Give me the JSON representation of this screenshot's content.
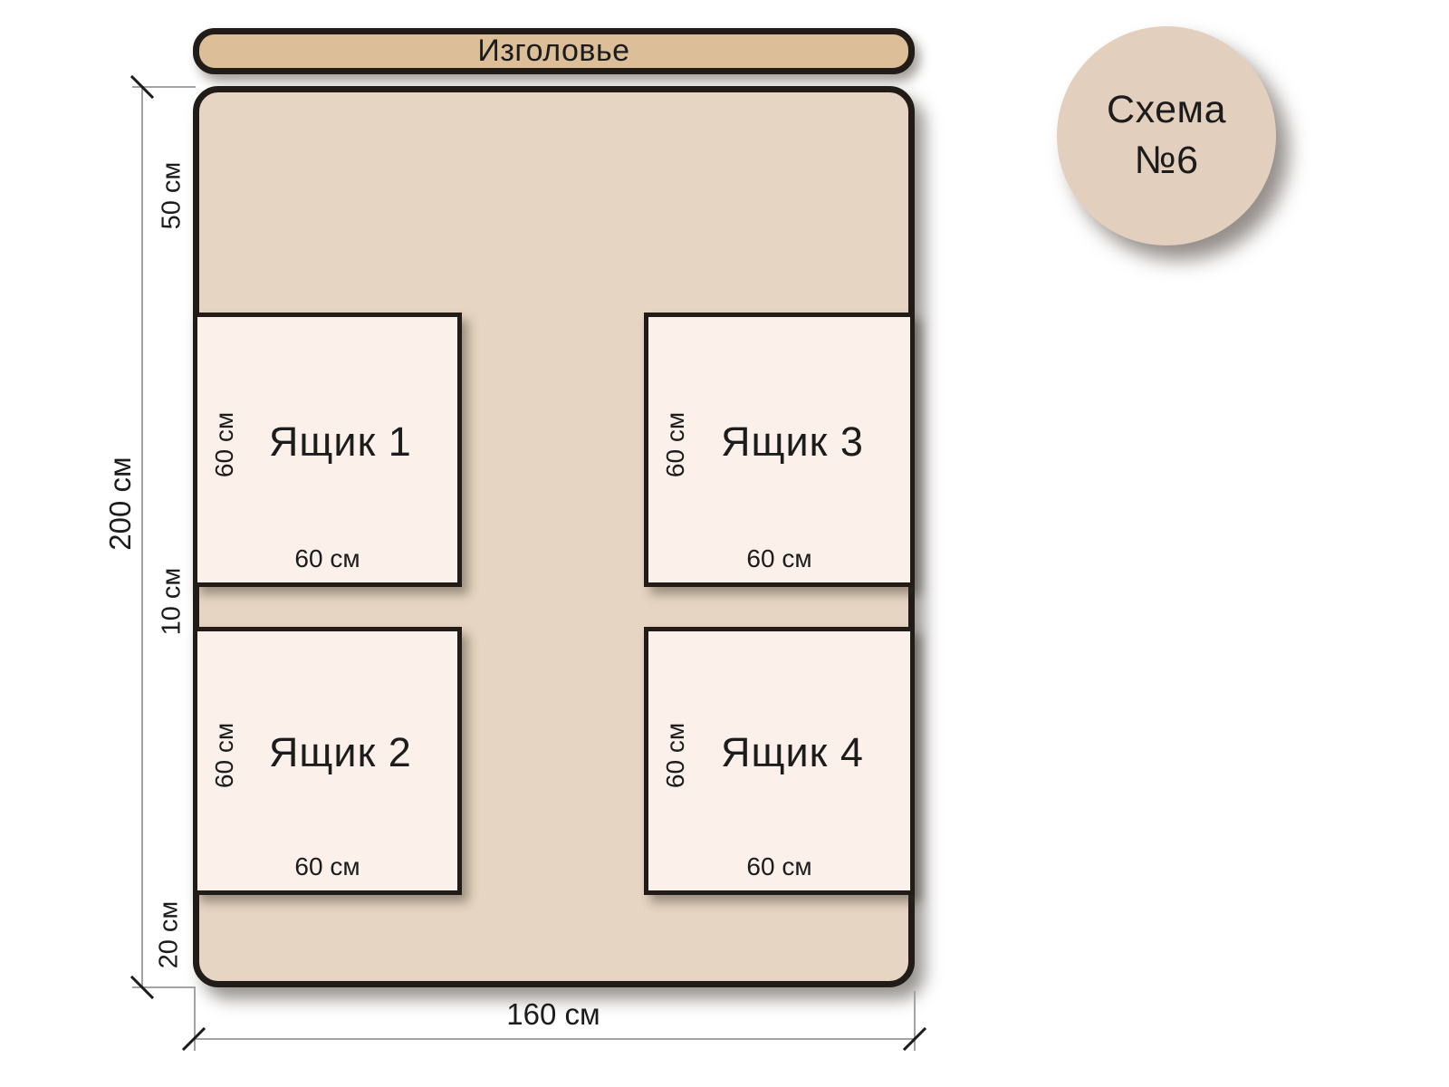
{
  "badge": {
    "line1": "Схема",
    "line2": "№6"
  },
  "headboard_label": "Изголовье",
  "drawers": [
    {
      "name": "Ящик 1",
      "width_label": "60 см",
      "height_label": "60 см"
    },
    {
      "name": "Ящик 2",
      "width_label": "60 см",
      "height_label": "60 см"
    },
    {
      "name": "Ящик 3",
      "width_label": "60 см",
      "height_label": "60 см"
    },
    {
      "name": "Ящик 4",
      "width_label": "60 см",
      "height_label": "60 см"
    }
  ],
  "dimensions": {
    "total_height": "200 см",
    "total_width": "160 см",
    "segment_top": "50 см",
    "segment_middle": "10 см",
    "segment_bottom": "20 см"
  },
  "colors": {
    "headboard_fill": "#dcbe99",
    "bed_fill": "#e6d5c2",
    "drawer_fill": "#fbf1ea",
    "badge_fill": "#e3cfbd",
    "outline": "#211c18",
    "dimension_line": "#a3a3a3",
    "text": "#1c1c1c"
  }
}
